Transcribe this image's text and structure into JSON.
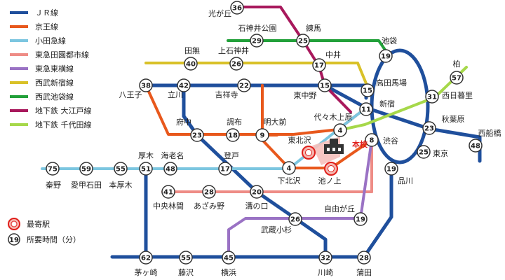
{
  "legend": {
    "lines": [
      {
        "name": "ＪＲ線",
        "color": "#1f4f9c"
      },
      {
        "name": "京王線",
        "color": "#e8581c"
      },
      {
        "name": "小田急線",
        "color": "#7cc6e0"
      },
      {
        "name": "東急田園都市線",
        "color": "#ee8c86"
      },
      {
        "name": "東急東横線",
        "color": "#9a72c4"
      },
      {
        "name": "西武新宿線",
        "color": "#d9c128"
      },
      {
        "name": "西武池袋線",
        "color": "#22a03a"
      },
      {
        "name": "地下鉄 大江戸線",
        "color": "#a8185c"
      },
      {
        "name": "地下鉄 千代田線",
        "color": "#a6d84a"
      }
    ],
    "nearest_station": "最寄駅",
    "time_sample": "19",
    "time_label": "所要時間（分）"
  },
  "school_label": "本校",
  "stations": [
    {
      "name": "光が丘",
      "time": "36"
    },
    {
      "name": "石神井公園",
      "time": "29"
    },
    {
      "name": "練馬",
      "time": "25"
    },
    {
      "name": "池袋",
      "time": "19"
    },
    {
      "name": "田無",
      "time": "40"
    },
    {
      "name": "上石神井",
      "time": "26"
    },
    {
      "name": "中井",
      "time": "17"
    },
    {
      "name": "柏",
      "time": "57"
    },
    {
      "name": "八王子",
      "time": "38"
    },
    {
      "name": "立川",
      "time": "42"
    },
    {
      "name": "吉祥寺",
      "time": "22"
    },
    {
      "name": "東中野",
      "time": "15"
    },
    {
      "name": "高田馬場",
      "time": "15"
    },
    {
      "name": "西日暮里",
      "time": "31"
    },
    {
      "name": "新宿",
      "time": "11"
    },
    {
      "name": "代々木上原",
      "time": "4"
    },
    {
      "name": "府中",
      "time": "23"
    },
    {
      "name": "調布",
      "time": "18"
    },
    {
      "name": "明大前",
      "time": "9"
    },
    {
      "name": "秋葉原",
      "time": "23"
    },
    {
      "name": "東京",
      "time": "25"
    },
    {
      "name": "西船橋",
      "time": "48"
    },
    {
      "name": "渋谷",
      "time": "8"
    },
    {
      "name": "東北沢",
      "time": ""
    },
    {
      "name": "池ノ上",
      "time": ""
    },
    {
      "name": "下北沢",
      "time": "4"
    },
    {
      "name": "秦野",
      "time": "75"
    },
    {
      "name": "愛甲石田",
      "time": "59"
    },
    {
      "name": "本厚木",
      "time": "55"
    },
    {
      "name": "厚木",
      "time": "51"
    },
    {
      "name": "海老名",
      "time": "48"
    },
    {
      "name": "登戸",
      "time": "17"
    },
    {
      "name": "品川",
      "time": "19"
    },
    {
      "name": "中央林間",
      "time": "41"
    },
    {
      "name": "あざみ野",
      "time": "28"
    },
    {
      "name": "溝の口",
      "time": "20"
    },
    {
      "name": "自由が丘",
      "time": "19"
    },
    {
      "name": "武蔵小杉",
      "time": "26"
    },
    {
      "name": "茅ヶ崎",
      "time": "62"
    },
    {
      "name": "藤沢",
      "time": "55"
    },
    {
      "name": "横浜",
      "time": "45"
    },
    {
      "name": "川崎",
      "time": "32"
    },
    {
      "name": "蒲田",
      "time": "28"
    }
  ]
}
